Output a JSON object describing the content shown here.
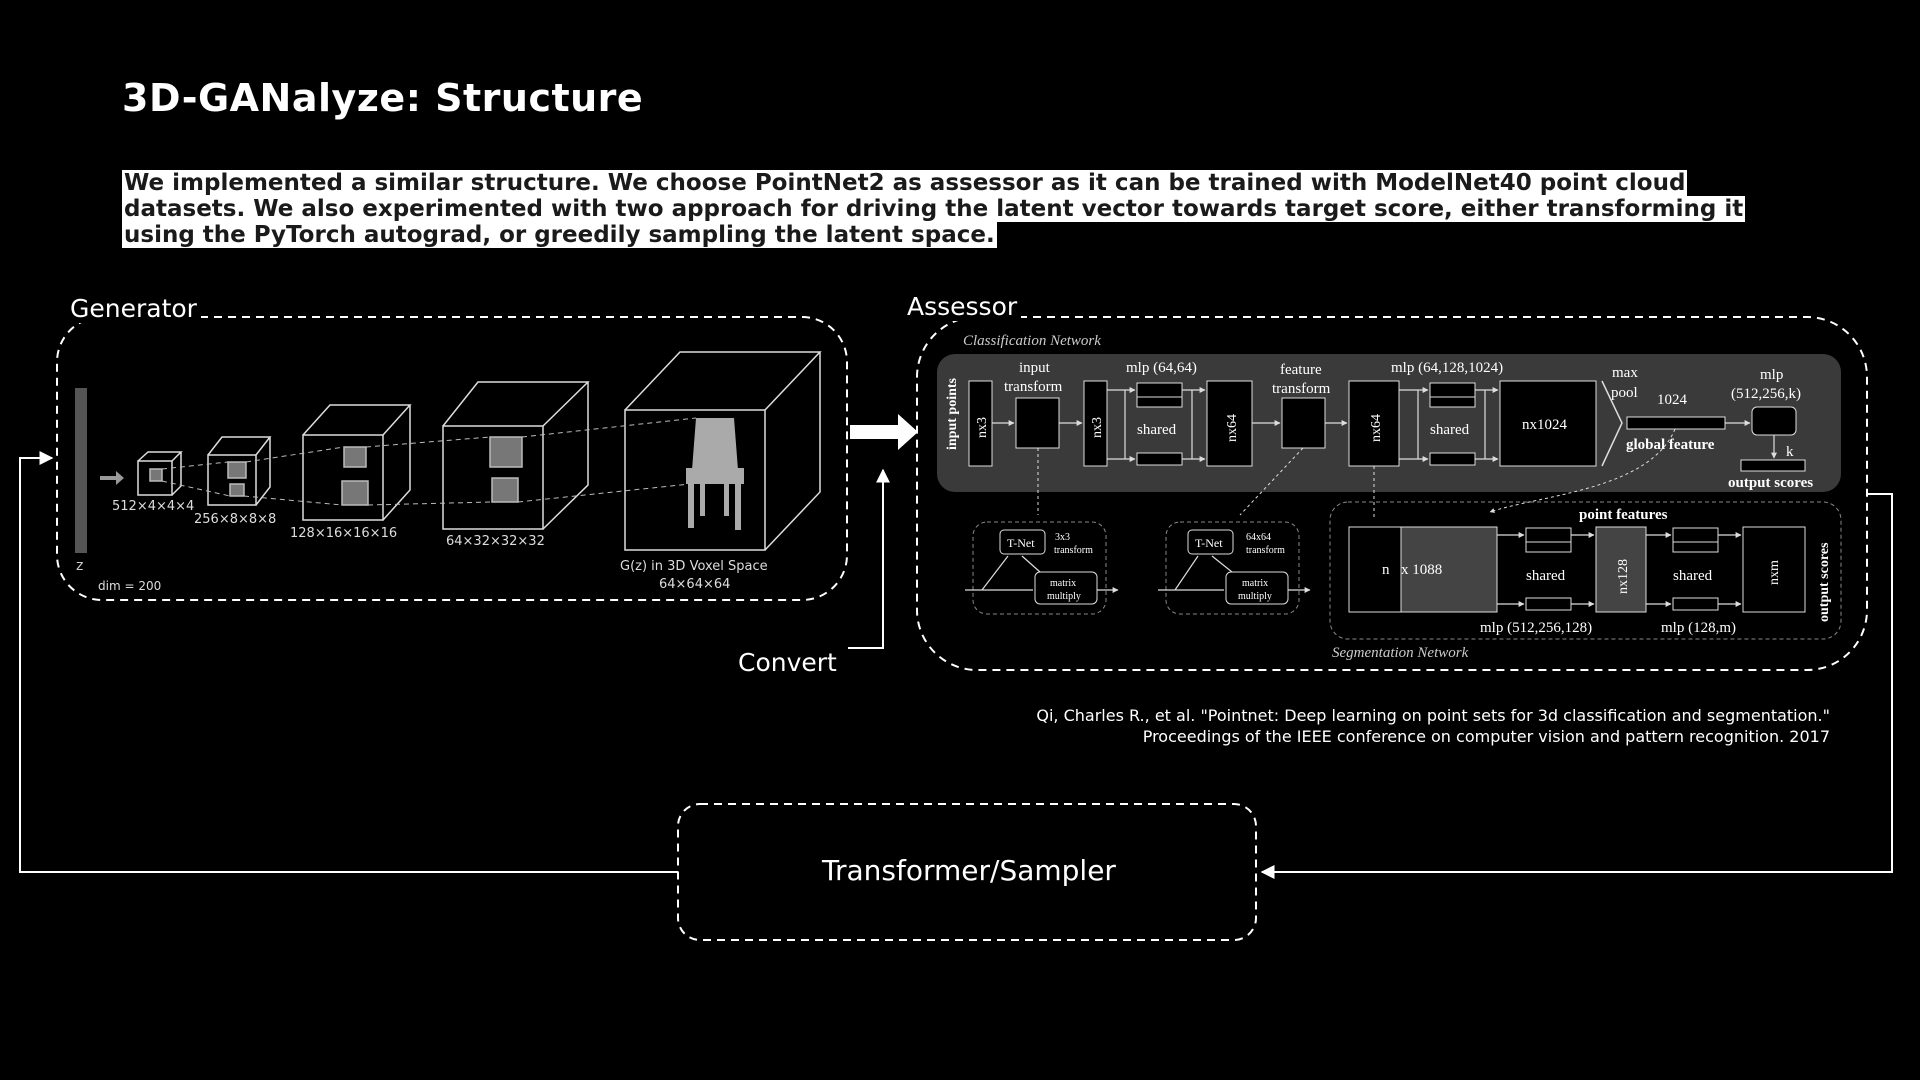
{
  "slide": {
    "title": "3D-GANalyze: Structure",
    "description": "We implemented a similar structure. We choose PointNet2 as assessor as it can be trained with ModelNet40 point cloud datasets. We also experimented with two approach for driving the latent vector towards target score, either transforming it using the PyTorch autograd, or greedily sampling the latent space."
  },
  "generator": {
    "label": "Generator",
    "z_label": "z",
    "dim_label": "dim = 200",
    "layers": [
      "512×4×4×4",
      "256×8×8×8",
      "128×16×16×16",
      "64×32×32×32"
    ],
    "output_label_1": "G(z) in 3D Voxel Space",
    "output_label_2": "64×64×64"
  },
  "convert_label": "Convert",
  "assessor": {
    "label": "Assessor",
    "classification_title": "Classification Network",
    "segmentation_title": "Segmentation Network",
    "input_points": "input points",
    "nx3": "nx3",
    "input_transform_1": "input",
    "input_transform_2": "transform",
    "mlp_64": "mlp (64,64)",
    "shared": "shared",
    "nx64": "nx64",
    "feature_transform_1": "feature",
    "feature_transform_2": "transform",
    "mlp_1024": "mlp (64,128,1024)",
    "nx1024": "nx1024",
    "max_pool_1": "max",
    "max_pool_2": "pool",
    "n1024": "1024",
    "global_feature": "global feature",
    "mlp_k_1": "mlp",
    "mlp_k_2": "(512,256,k)",
    "k": "k",
    "output_scores": "output scores",
    "tnet": "T-Net",
    "t3_1": "3x3",
    "t3_2": "transform",
    "t64_1": "64x64",
    "t64_2": "transform",
    "matrix_1": "matrix",
    "matrix_2": "multiply",
    "point_features": "point features",
    "n": "n",
    "x1088": "x 1088",
    "nx128": "nx128",
    "nxm": "nxm",
    "mlp_seg1": "mlp (512,256,128)",
    "mlp_seg2": "mlp (128,m)",
    "output_scores_seg": "output scores"
  },
  "citation": {
    "line1": "Qi, Charles R., et al. \"Pointnet: Deep learning on point sets for 3d classification and segmentation.\"",
    "line2": "Proceedings of the IEEE conference on computer vision and pattern recognition. 2017"
  },
  "transformer": {
    "label": "Transformer/Sampler"
  }
}
